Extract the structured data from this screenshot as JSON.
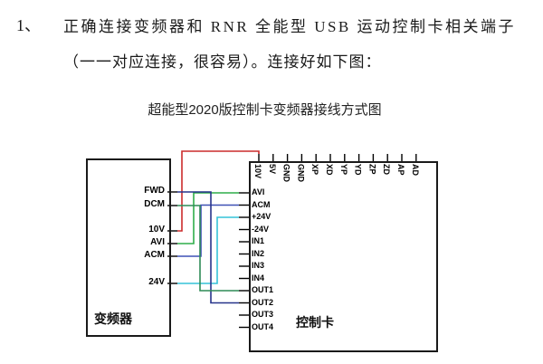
{
  "doc": {
    "item_number": "1、",
    "line1": "正确连接变频器和 RNR 全能型 USB 运动控制卡相关端子",
    "line2": "（一一对应连接，很容易）。连接好如下图：",
    "figure_title": "超能型2020版控制卡变频器接线方式图"
  },
  "diagram": {
    "inverter": {
      "label": "变频器",
      "terminals": [
        "FWD",
        "DCM",
        "10V",
        "AVI",
        "ACM",
        "24V"
      ]
    },
    "card": {
      "label": "控制卡",
      "top_pins": [
        "10V",
        "5V",
        "GND",
        "GND",
        "XP",
        "XD",
        "YP",
        "YD",
        "ZP",
        "ZD",
        "AP",
        "AD"
      ],
      "left_pins": [
        "AVI",
        "ACM",
        "+24V",
        "-24V",
        "IN1",
        "IN2",
        "IN3",
        "IN4",
        "OUT1",
        "OUT2",
        "OUT3",
        "OUT4"
      ]
    },
    "wires": [
      {
        "from": "10V",
        "to": "10V",
        "side": "top",
        "color": "#cc2b2b"
      },
      {
        "from": "AVI",
        "to": "AVI",
        "side": "left",
        "color": "#2fae4a"
      },
      {
        "from": "ACM",
        "to": "ACM",
        "side": "left",
        "color": "#3f51b5"
      },
      {
        "from": "24V",
        "to": "+24V",
        "side": "left",
        "color": "#35c3d8"
      },
      {
        "from": "FWD",
        "to": "OUT2",
        "side": "left",
        "color": "#27348b"
      },
      {
        "from": "DCM",
        "to": "OUT1",
        "side": "left",
        "color": "#2e8b57"
      }
    ],
    "line_color": "#000000"
  }
}
